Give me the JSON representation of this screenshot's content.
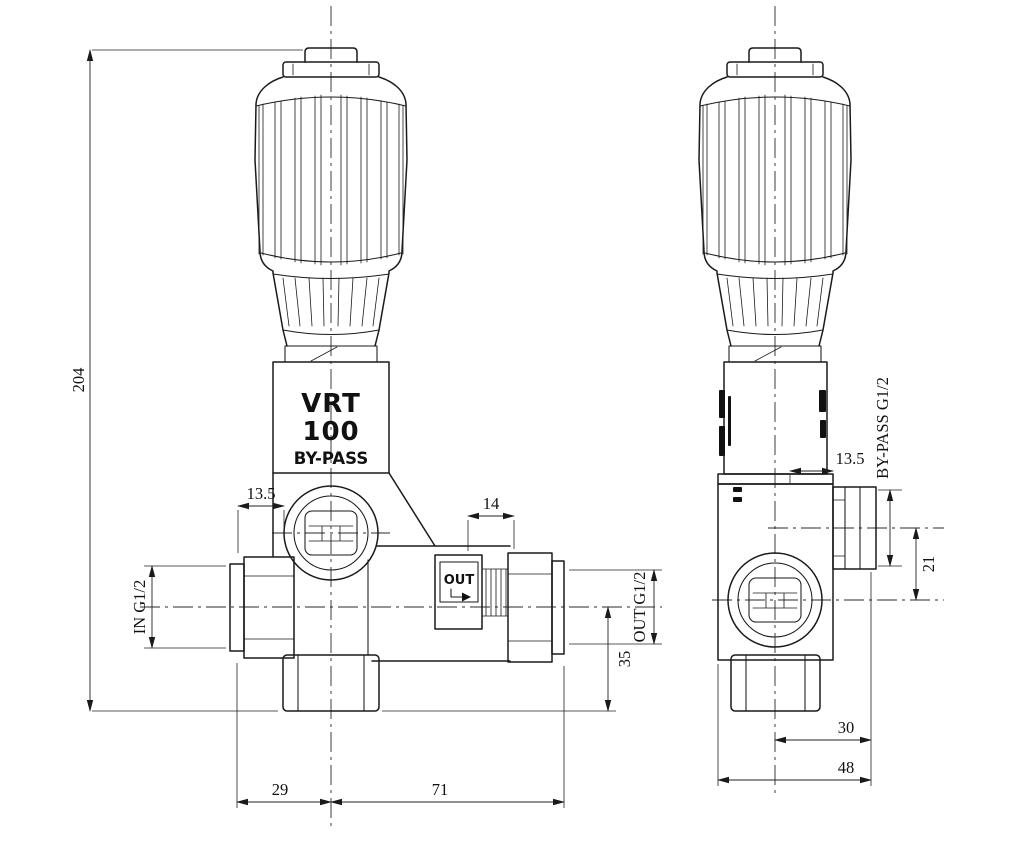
{
  "drawing_ink": "#1a1a1a",
  "front_view": {
    "body_label": {
      "line1": "VRT",
      "line2": "100",
      "line3": "BY-PASS"
    },
    "out_marker": "OUT",
    "dims": {
      "overall_height": "204",
      "pilot_offset": "13.5",
      "outlet_boss_width": "14",
      "inlet_thread": "IN G1/2",
      "outlet_thread": "OUT G1/2",
      "outlet_drop": "35",
      "inlet_span": "29",
      "outlet_span": "71"
    }
  },
  "side_view": {
    "dims": {
      "bypass_thread": "BY-PASS G1/2",
      "bypass_offset": "13.5",
      "port_spacing": "21",
      "bypass_reach": "30",
      "overall_depth": "48"
    }
  }
}
